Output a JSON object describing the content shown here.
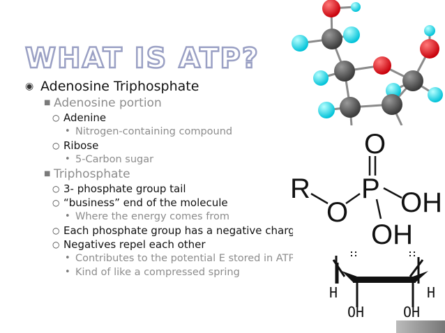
{
  "slide": {
    "title": "WHAT IS ATP?",
    "bullets": [
      {
        "level": 1,
        "text": "Adenosine Triphosphate"
      },
      {
        "level": 2,
        "text": "Adenosine portion"
      },
      {
        "level": 3,
        "text": "Adenine"
      },
      {
        "level": 4,
        "text": "Nitrogen-containing compound"
      },
      {
        "level": 3,
        "text": "Ribose"
      },
      {
        "level": 4,
        "text": "5-Carbon sugar"
      },
      {
        "level": 2,
        "text": "Triphosphate"
      },
      {
        "level": 3,
        "text": "3- phosphate group tail"
      },
      {
        "level": 3,
        "text": "“business” end of the molecule"
      },
      {
        "level": 4,
        "text": "Where the energy comes from"
      },
      {
        "level": 3,
        "text": "Each phosphate group has a negative charge"
      },
      {
        "level": 3,
        "text": "Negatives repel each other"
      },
      {
        "level": 4,
        "text": "Contributes to the potential E stored in ATP"
      },
      {
        "level": 4,
        "text": "Kind of like a compressed spring"
      }
    ],
    "phosphate_formula": {
      "r": "R",
      "o_link": "O",
      "p": "P",
      "o_double": "O",
      "oh_right": "OH",
      "oh_bottom": "OH"
    },
    "ribose_ring": {
      "h_left": "H",
      "h_right": "H",
      "oh_left": "OH",
      "oh_right": "OH"
    }
  }
}
